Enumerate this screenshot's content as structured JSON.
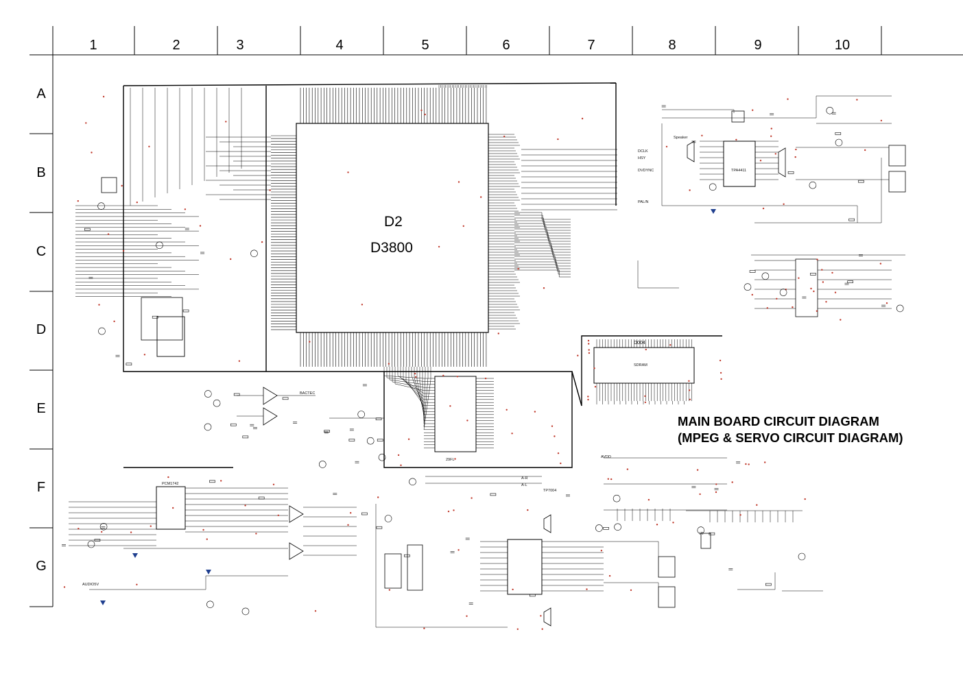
{
  "sheet": {
    "columns": [
      "1",
      "2",
      "3",
      "4",
      "5",
      "6",
      "7",
      "8",
      "9",
      "10"
    ],
    "rows": [
      "A",
      "B",
      "C",
      "D",
      "E",
      "F",
      "G"
    ]
  },
  "main_chip": {
    "ref": "D2",
    "part": "D3800"
  },
  "sub_chip": {
    "ref": "D004"
  },
  "title": {
    "line1": "MAIN BOARD CIRCUIT DIAGRAM",
    "line2": "(MPEG & SERVO CIRCUIT DIAGRAM)"
  },
  "labels": {
    "dclk": "DCLK",
    "hsy": "HSY",
    "pal_n": "PAL/N",
    "dvd_tc": "DVDYNC",
    "nbbtpc": "BACTEC",
    "a_r": "A-R",
    "a_l": "A-L",
    "speaker": "Speaker",
    "tda": "TPA4411",
    "sram": "SDRAM",
    "flash": "29FL",
    "pcm": "PCM1742",
    "avdd": "AVDD",
    "audio_5v": "AUDIO5V",
    "ir": "IR",
    "tp": "TP7004"
  }
}
